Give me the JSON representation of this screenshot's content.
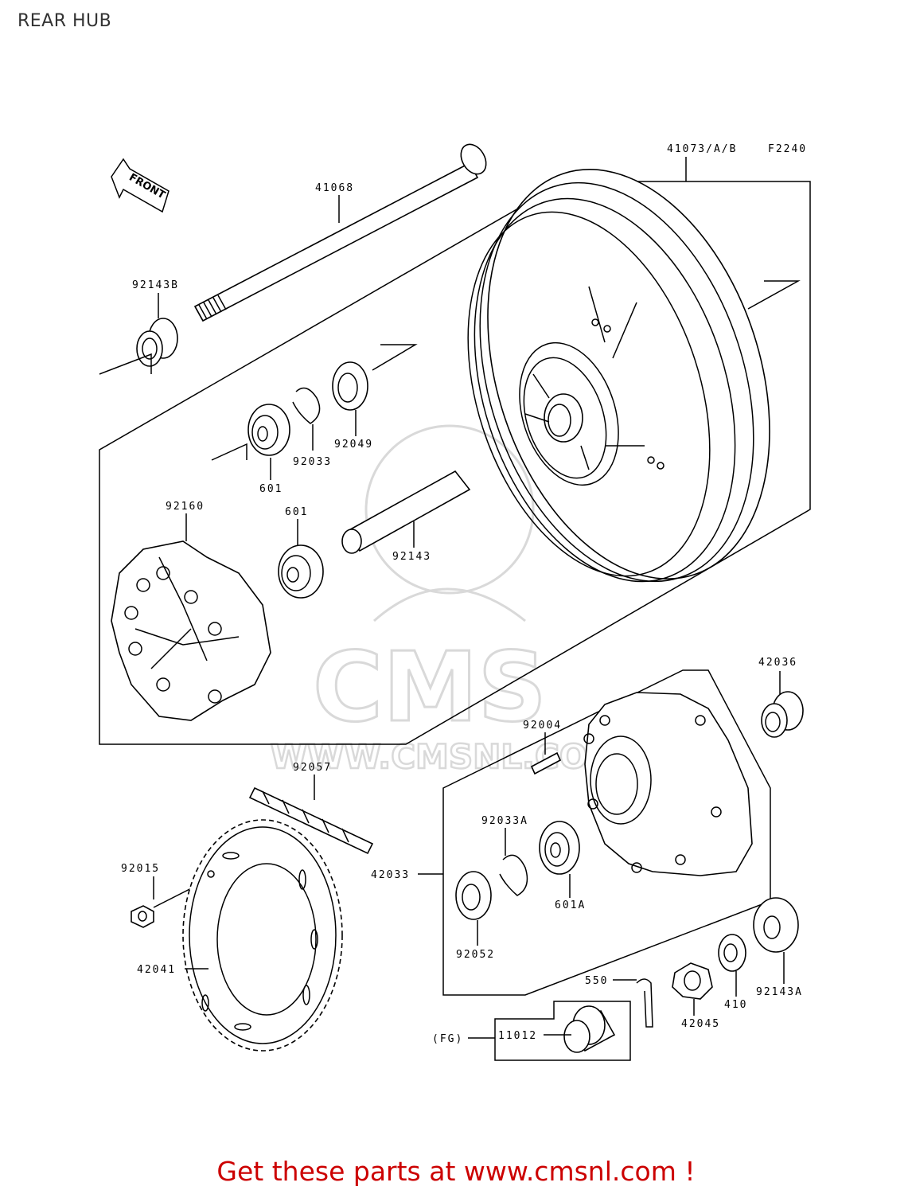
{
  "page_title": "REAR HUB",
  "figure_code": "F2240",
  "front_arrow_text": "FRONT",
  "watermark": {
    "logo_text": "CMS",
    "url_text": "WWW.CMSNL.COM"
  },
  "labels": {
    "p41073": "41073/A/B",
    "p41068": "41068",
    "p92143B": "92143B",
    "p92049": "92049",
    "p92033": "92033",
    "p601a": "601",
    "p601b": "601",
    "p92160": "92160",
    "p92143": "92143",
    "p42036": "42036",
    "p92004": "92004",
    "p92057": "92057",
    "p92033A": "92033A",
    "p42033": "42033",
    "p601A": "601A",
    "p92015": "92015",
    "p92052": "92052",
    "p42041": "42041",
    "p550": "550",
    "p92143A": "92143A",
    "p410": "410",
    "p42045": "42045",
    "p11012": "11012",
    "pFG": "(FG)"
  },
  "footer_text": "Get these parts at www.cmsnl.com !"
}
